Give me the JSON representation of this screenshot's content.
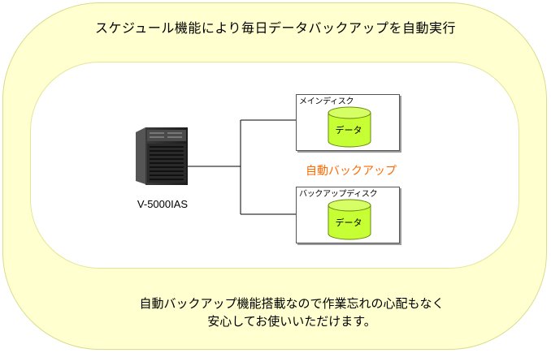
{
  "top_title": "スケジュール機能により毎日データバックアップを自動実行",
  "server": {
    "label": "V-5000IAS",
    "icon": "tower-server-icon"
  },
  "main_disk": {
    "title": "メインディスク",
    "data_label": "データ"
  },
  "backup_disk": {
    "title": "バックアップディスク",
    "data_label": "データ"
  },
  "auto_backup_label": "自動バックアップ",
  "bottom_text": {
    "line1": "自動バックアップ機能搭載なので作業忘れの心配もなく",
    "line2": "安心してお使いいただけます。"
  },
  "colors": {
    "outer_fill": "#ffffcf",
    "cylinder": "#c6ff33",
    "auto_backup_text": "#ff6a00"
  }
}
